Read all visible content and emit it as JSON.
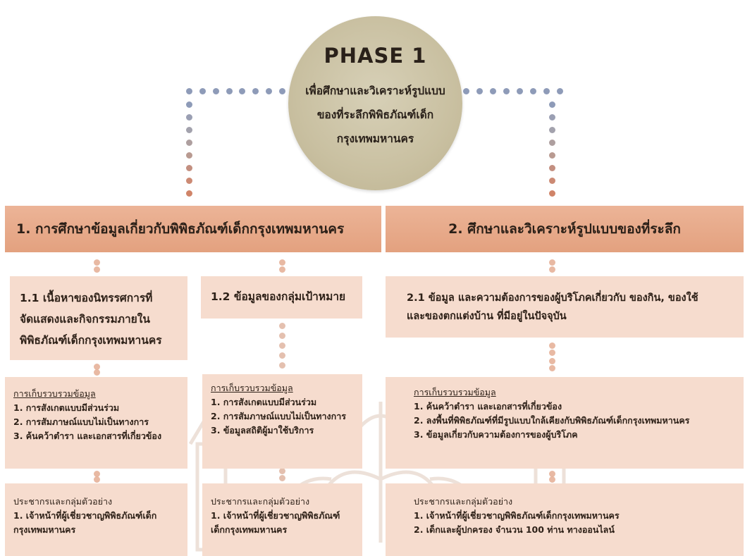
{
  "phase": {
    "title": "PHASE 1",
    "lines": [
      "เพื่อศึกษาและวิเคราะห์รูปแบบ",
      "ของที่ระลึกพิพิธภัณฑ์เด็ก",
      "กรุงเทพมหานคร"
    ]
  },
  "bands": {
    "left": "1. การศึกษาข้อมูลเกี่ยวกับพิพิธภัณฑ์เด็กกรุงเทพมหานคร",
    "right": "2. ศึกษาและวิเคราะห์รูปแบบของที่ระลึก"
  },
  "col1": {
    "topic_lines": [
      "1.1 เนื้อหาของนิทรรศการที่",
      "จัดแสดงและกิจกรรมภายใน",
      "พิพิธภัณฑ์เด็กกรุงเทพมหานคร"
    ],
    "collect_head": "การเก็บรวบรวมข้อมูล",
    "collect_items": [
      "1. การสังเกตแบบมีส่วนร่วม",
      "2. การสัมภาษณ์แบบไม่เป็นทางการ",
      "3. ค้นคว้าตำรา และเอกสารที่เกี่ยวข้อง"
    ],
    "sample_head": "ประชากรและกลุ่มตัวอย่าง",
    "sample_items": [
      "1. เจ้าหน้าที่ผู้เชี่ยวชาญพิพิธภัณฑ์เด็ก",
      "กรุงเทพมหานคร"
    ]
  },
  "col2": {
    "topic_lines": [
      "1.2 ข้อมูลของกลุ่มเป้าหมาย"
    ],
    "collect_head": "การเก็บรวบรวมข้อมูล",
    "collect_items": [
      "1. การสังเกตแบบมีส่วนร่วม",
      "2. การสัมภาษณ์แบบไม่เป็นทางการ",
      "3. ข้อมูลสถิติผู้มาใช้บริการ"
    ],
    "sample_head": "ประชากรและกลุ่มตัวอย่าง",
    "sample_items": [
      "1. เจ้าหน้าที่ผู้เชี่ยวชาญพิพิธภัณฑ์",
      "เด็กกรุงเทพมหานคร"
    ]
  },
  "col3": {
    "topic_lines": [
      "2.1 ข้อมูล และความต้องการของผู้บริโภคเกี่ยวกับ ของกิน, ของใช้",
      "และของตกแต่งบ้าน ที่มีอยู่ในปัจจุบัน"
    ],
    "collect_head": "การเก็บรวบรวมข้อมูล",
    "collect_items": [
      "1. ค้นคว้าตำรา และเอกสารที่เกี่ยวข้อง",
      "2. ลงพื้นที่พิพิธภัณฑ์ที่มีรูปแบบใกล้เคียงกับพิพิธภัณฑ์เด็กกรุงเทพมหานคร",
      "3. ข้อมูลเกี่ยวกับความต้องการของผู้บริโภค"
    ],
    "sample_head": "ประชากรและกลุ่มตัวอย่าง",
    "sample_items": [
      "1. เจ้าหน้าที่ผู้เชี่ยวชาญพิพิธภัณฑ์เด็กกรุงเทพมหานคร",
      "2. เด็กและผู้ปกครอง จำนวน 100 ท่าน ทางออนไลน์"
    ]
  }
}
